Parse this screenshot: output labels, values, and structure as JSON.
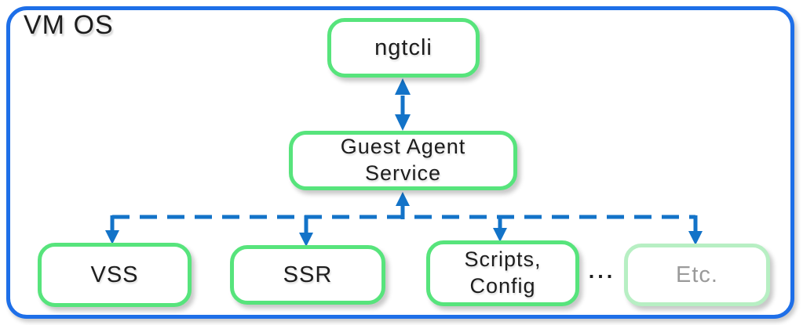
{
  "diagram": {
    "container_label": "VM OS",
    "nodes": [
      {
        "id": "ngtcli",
        "label": "ngtcli",
        "style": "active"
      },
      {
        "id": "guest-agent-service",
        "label": "Guest Agent Service",
        "label_lines": [
          "Guest Agent",
          "Service"
        ],
        "style": "active"
      },
      {
        "id": "vss",
        "label": "VSS",
        "style": "active"
      },
      {
        "id": "ssr",
        "label": "SSR",
        "style": "active"
      },
      {
        "id": "scripts-config",
        "label": "Scripts, Config",
        "label_lines": [
          "Scripts,",
          "Config"
        ],
        "style": "active"
      },
      {
        "id": "etc",
        "label": "Etc.",
        "style": "faded"
      }
    ],
    "ellipsis": "...",
    "edges": [
      {
        "from": "ngtcli",
        "to": "guest-agent-service",
        "style": "solid",
        "direction": "bidirectional"
      },
      {
        "from": "dashed-bus",
        "to": "guest-agent-service",
        "style": "solid",
        "direction": "up"
      },
      {
        "from": "dashed-bus",
        "to": "vss",
        "style": "dashed",
        "direction": "down"
      },
      {
        "from": "dashed-bus",
        "to": "ssr",
        "style": "dashed",
        "direction": "down"
      },
      {
        "from": "dashed-bus",
        "to": "scripts-config",
        "style": "dashed",
        "direction": "down"
      },
      {
        "from": "dashed-bus",
        "to": "etc",
        "style": "dashed",
        "direction": "down"
      }
    ]
  },
  "colors": {
    "container_border_blue": "#1e6fe8",
    "connector_blue": "#1373c8",
    "node_border_green": "#57e47c",
    "node_border_green_faded": "#b7efc3",
    "node_fill": "#ffffff",
    "node_text": "#1d1d1d",
    "node_text_faded": "#9a9a9a"
  }
}
